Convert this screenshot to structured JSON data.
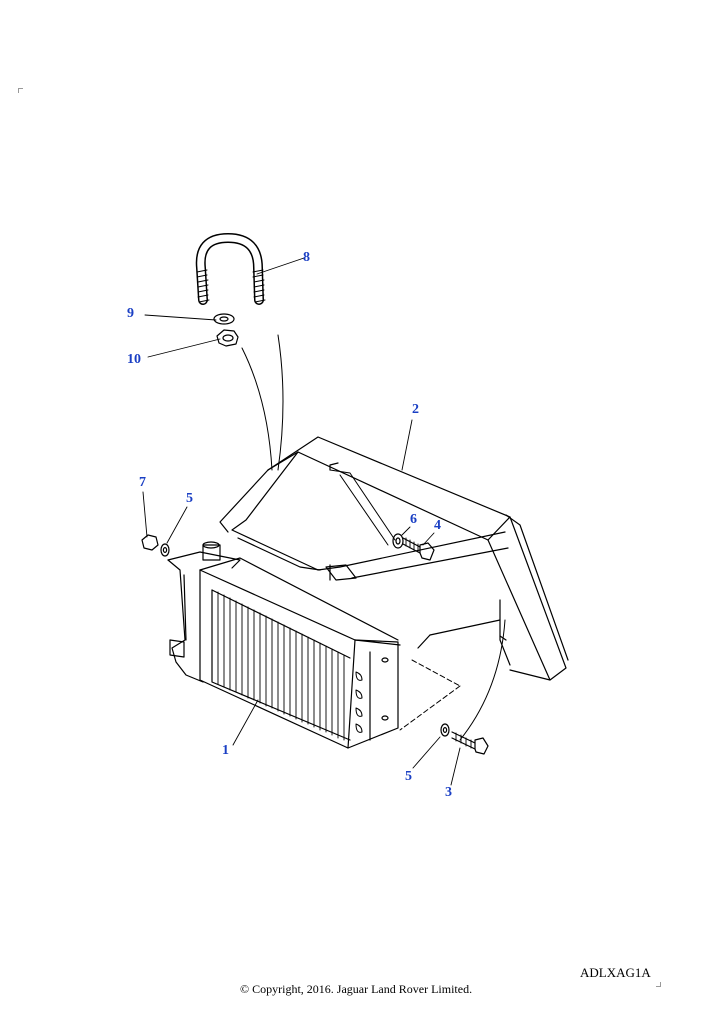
{
  "callouts": {
    "c1": "1",
    "c2": "2",
    "c3": "3",
    "c4": "4",
    "c5a": "5",
    "c5b": "5",
    "c6": "6",
    "c7": "7",
    "c8": "8",
    "c9": "9",
    "c10": "10"
  },
  "footer": {
    "ref_code": "ADLXAG1A",
    "copyright": "© Copyright, 2016. Jaguar Land Rover Limited."
  },
  "colors": {
    "callout": "#1a3fc4",
    "linework": "#000000"
  }
}
